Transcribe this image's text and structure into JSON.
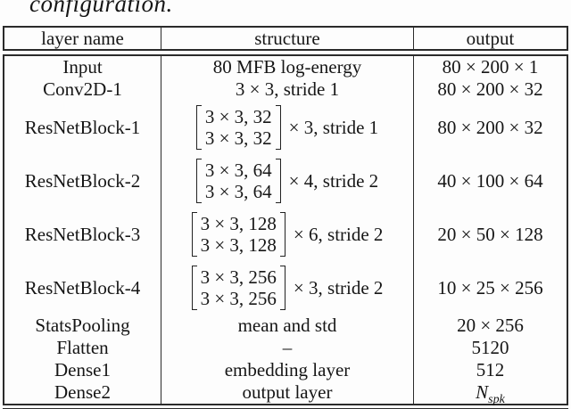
{
  "caption_fragment": "configuration.",
  "table": {
    "headers": {
      "layer": "layer name",
      "structure": "structure",
      "output": "output"
    },
    "rows": [
      {
        "layer": "Input",
        "structure": "80 MFB log-energy",
        "output": "80 × 200 × 1"
      },
      {
        "layer": "Conv2D-1",
        "structure": "3 × 3, stride 1",
        "output": "80 × 200 × 32"
      },
      {
        "layer": "ResNetBlock-1",
        "matrix": [
          "3 × 3, 32",
          "3 × 3, 32"
        ],
        "multiplier": "× 3, stride 1",
        "output": "80 × 200 × 32"
      },
      {
        "layer": "ResNetBlock-2",
        "matrix": [
          "3 × 3, 64",
          "3 × 3, 64"
        ],
        "multiplier": "× 4, stride 2",
        "output": "40 × 100 × 64"
      },
      {
        "layer": "ResNetBlock-3",
        "matrix": [
          "3 × 3, 128",
          "3 × 3, 128"
        ],
        "multiplier": "× 6, stride 2",
        "output": "20 × 50 × 128"
      },
      {
        "layer": "ResNetBlock-4",
        "matrix": [
          "3 × 3, 256",
          "3 × 3, 256"
        ],
        "multiplier": "× 3, stride 2",
        "output": "10 × 25 × 256"
      },
      {
        "layer": "StatsPooling",
        "structure": "mean and std",
        "output": "20 × 256"
      },
      {
        "layer": "Flatten",
        "structure": "–",
        "output": "5120"
      },
      {
        "layer": "Dense1",
        "structure": "embedding layer",
        "output": "512"
      },
      {
        "layer": "Dense2",
        "structure": "output layer",
        "output_base": "N",
        "output_sub": "spk"
      }
    ]
  },
  "colors": {
    "border": "#2b2b2b",
    "text": "#161616",
    "background": "#fdfdfd"
  }
}
